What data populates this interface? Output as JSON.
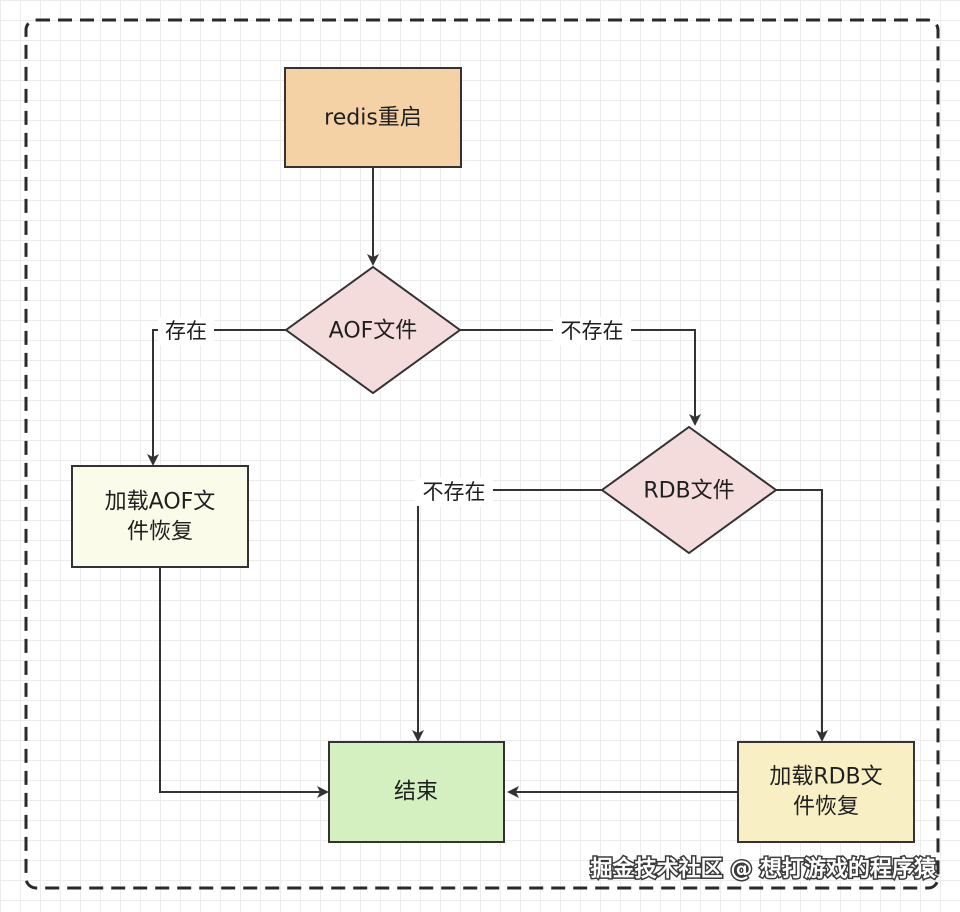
{
  "nodes": {
    "restart": {
      "label": "redis重启",
      "fill": "#f5d1a6"
    },
    "aof_check": {
      "label": "AOF文件",
      "fill": "#f5dcdc"
    },
    "rdb_check": {
      "label": "RDB文件",
      "fill": "#f5dcdc"
    },
    "load_aof": {
      "line1": "加载AOF文",
      "line2": "件恢复",
      "fill": "#fbfbea"
    },
    "load_rdb": {
      "line1": "加载RDB文",
      "line2": "件恢复",
      "fill": "#f8efc4"
    },
    "end": {
      "label": "结束",
      "fill": "#d4efc0"
    }
  },
  "edges": {
    "aof_exists": "存在",
    "aof_missing": "不存在",
    "rdb_missing": "不存在"
  },
  "watermark": "掘金技术社区 @ 想打游戏的程序猿",
  "colors": {
    "stroke": "#333333",
    "frame": "#2a2a2a"
  }
}
